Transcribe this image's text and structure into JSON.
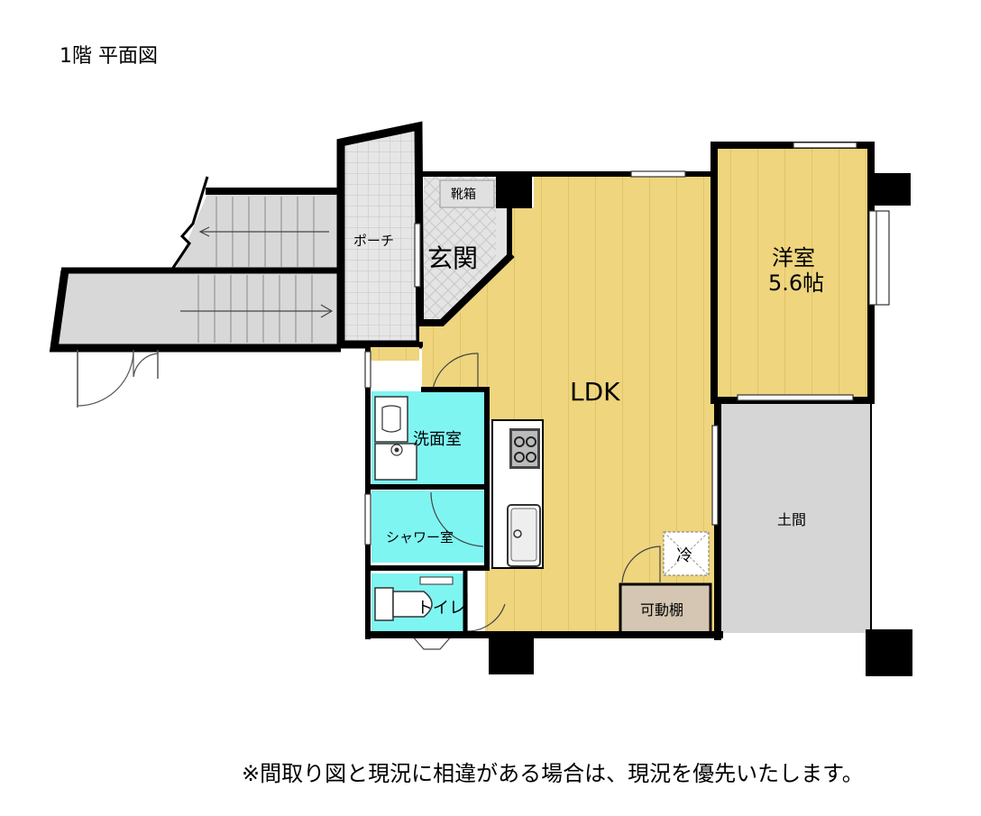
{
  "floor_title": "1階 平面図",
  "disclaimer": "※間取り図と現況に相違がある場合は、現況を優先いたします。",
  "rooms": {
    "ldk": "LDK",
    "western_room": "洋室",
    "western_room_size": "5.6帖",
    "doma": "土間",
    "porch": "ポーチ",
    "entrance": "玄関",
    "shoe_box": "靴箱",
    "washroom": "洗面室",
    "shower_room": "シャワー室",
    "toilet": "トイレ",
    "movable_shelf": "可動棚",
    "fridge": "冷"
  },
  "colors": {
    "wood_floor": "#EED57E",
    "wood_line": "#D9B85A",
    "wet_area": "#7FF5F2",
    "doma": "#D6D6D6",
    "porch": "#E4E4E4",
    "shelf": "#D4C6B2",
    "wall": "#000000"
  }
}
